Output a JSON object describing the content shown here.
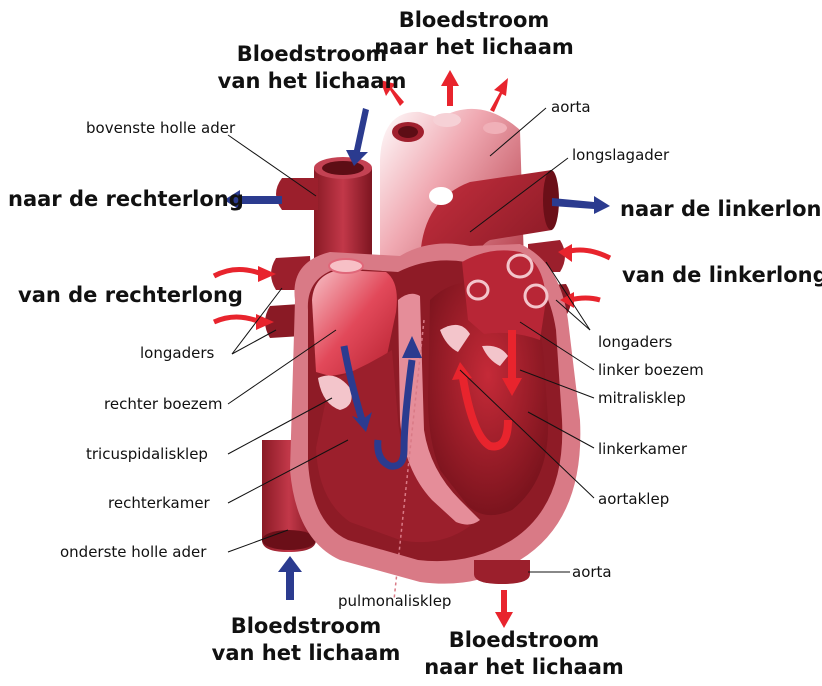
{
  "colors": {
    "muscle_dark": "#8e1b26",
    "muscle_mid": "#b52a3a",
    "chamber_inner": "#9b1f2c",
    "pericardium": "#d97a86",
    "light_pink": "#f3c5cb",
    "arrow_red": "#e8242d",
    "arrow_blue": "#2b3b8f"
  },
  "titles": {
    "top_in": {
      "line1": "Bloedstroom",
      "line2": "van het lichaam"
    },
    "top_out": {
      "line1": "Bloedstroom",
      "line2": "naar het lichaam"
    },
    "bottom_in": {
      "line1": "Bloedstroom",
      "line2": "van het lichaam"
    },
    "bottom_out": {
      "line1": "Bloedstroom",
      "line2": "naar het lichaam"
    },
    "to_right_lung": "naar de rechterlong",
    "from_right_lung": "van de rechterlong",
    "to_left_lung": "naar de linkerlong",
    "from_left_lung": "van de linkerlong"
  },
  "labels": {
    "superior_vena_cava": "bovenste holle ader",
    "pulmonary_veins_left_side": "longaders",
    "right_atrium": "rechter boezem",
    "tricuspid_valve": "tricuspidalisklep",
    "right_ventricle": "rechterkamer",
    "inferior_vena_cava": "onderste holle ader",
    "pulmonary_valve": "pulmonalisklep",
    "aorta_top": "aorta",
    "pulmonary_artery": "longslagader",
    "pulmonary_veins_right_side": "longaders",
    "left_atrium": "linker boezem",
    "mitral_valve": "mitralisklep",
    "left_ventricle": "linkerkamer",
    "aortic_valve": "aortaklep",
    "aorta_bottom": "aorta"
  }
}
